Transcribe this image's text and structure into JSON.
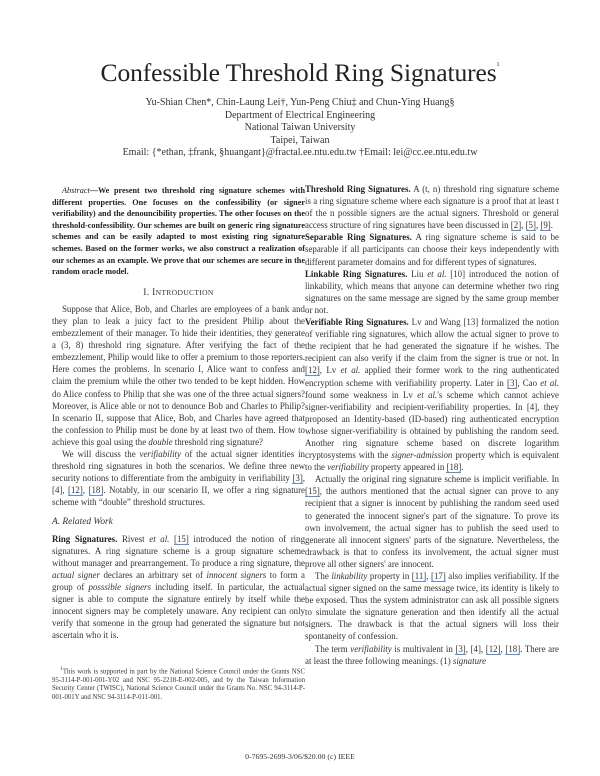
{
  "paper": {
    "title": "Confessible Threshold Ring Signatures",
    "title_footnote_mark": "1",
    "authors_line": "Yu-Shian Chen*, Chin-Laung Lei†, Yun-Peng Chiu‡ and Chun-Ying Huang§",
    "affiliation_dept": "Department of Electrical Engineering",
    "affiliation_univ": "National Taiwan University",
    "affiliation_city": "Taipei, Taiwan",
    "email_line": "Email: {*ethan, ‡frank, §huangant}@fractal.ee.ntu.edu.tw †Email: lei@cc.ee.ntu.edu.tw",
    "abstract": {
      "label": "Abstract",
      "dash": "—",
      "text": "We present two threshold ring signature schemes with different properties. One focuses on the confessibility (or signer verifiability) and the denouncibility properties. The other focuses on the threshold-confessibility. Our schemes are built on generic ring signature schemes and can be easily adapted to most existing ring signature schemes. Based on the former works, we also construct a realization of our schemes as an example. We prove that our schemes are secure in the random oracle model."
    },
    "section1": {
      "number": "I.",
      "title_first": "I",
      "title_rest": "NTRODUCTION",
      "p1": "Suppose that Alice, Bob, and Charles are employees of a bank and they plan to leak a juicy fact to the president Philip about the embezzlement of their manager. To hide their identities, they generate a (3, 8) threshold ring signature. After verifying the fact of the embezzlement, Philip would like to offer a premium to those reporters. Here comes the problems. In scenario I, Alice want to confess and claim the premium while the other two tended to be kept hidden. How do Alice confess to Philip that she was one of the three actual signers? Moreover, is Alice able or not to denounce Bob and Charles to Philip? In scenario II, suppose that Alice, Bob, and Charles have agreed that the confession to Philip must be done by at least two of them. How to achieve this goal using the ",
      "p1_italic": "double",
      "p1_end": " threshold ring signature?",
      "p2_a": "We will discuss the ",
      "p2_italic": "verifiability",
      "p2_b": " of the actual signer identities in threshold ring signatures in both the scenarios. We define three new security notions to differentiate from the ambiguity in verifiability ",
      "p2_c1": "[3]",
      "p2_c2": ", [4], ",
      "p2_c3": "[12]",
      "p2_c4": ", ",
      "p2_c5": "[18]",
      "p2_d": ". Notably, in our scenario II, we offer a ring signature scheme with “double” threshold structures."
    },
    "subsection_a": {
      "title": "A. Related Work",
      "ring_head": "Ring Signatures.",
      "ring_a": " Rivest ",
      "ring_etal": "et al.",
      "ring_cite": "[15]",
      "ring_b": " introduced the notion of ring signatures. A ring signature scheme is a group signature scheme without manager and prearrangement. To produce a ring signature, the ",
      "ring_i1": "actual signer",
      "ring_c": " declares an arbitrary set of ",
      "ring_i2": "innocent signers",
      "ring_d": " to form a group of ",
      "ring_i3": "posssible signers",
      "ring_e": " including itself. In particular, the actual signer is able to compute the signature entirely by itself while the innocent signers may be completely unaware. Any recipient can only verify that someone in the group had generated the signature but not ascertain who it is.",
      "thr_head": "Threshold Ring Signatures.",
      "thr_a": " A (t, n) threshold ring signature scheme is a ring signature scheme where each signature is a proof that at least t of the n possible signers are the actual signers. Threshold or general access structure of ring signatures have been discussed in ",
      "thr_c1": "[2]",
      "thr_c2": "[5]",
      "thr_c3": "[9]",
      "sep_head": "Separable Ring Signatures.",
      "sep_text": " A ring signature scheme is said to be separable if all participants can choose their keys independently with different parameter domains and for different types of signatures.",
      "link_head": "Linkable Ring Signatures.",
      "link_a": " Liu ",
      "link_etal": "et al.",
      "link_b": " [10] introduced the notion of linkability, which means that anyone can determine whether two ring signatures on the same message are signed by the same group member or not.",
      "ver_head": "Verifiable Ring Signatures.",
      "ver_a": " Lv and Wang [13] formalized the notion of verifiable ring signatures, which allow the actual signer to prove to the recipient that he had generated the signature if he wishes. The recipient can also verify if the claim from the signer is true or not. In ",
      "ver_c1": "[12]",
      "ver_b": ", Lv ",
      "ver_etal": "et al.",
      "ver_c": " applied their former work to the ring authenticated encryption scheme with verifiability property. Later in ",
      "ver_c2": "[3]",
      "ver_d": ", Cao ",
      "ver_etal2": "et al.",
      "ver_e": " found some weakness in Lv ",
      "ver_etal3": "et al.",
      "ver_f": "'s scheme which cannot achieve signer-verifiability and recipient-verifiability properties. In [4], they proposed an Identity-based (ID-based) ring authenticated encryption whose signer-verifiability is obtained by publishing the random seed. Another ring signature scheme based on discrete logarithm cryptosystems with the ",
      "ver_i1": "signer-admission",
      "ver_g": " property which is equivalent to the ",
      "ver_i2": "verifiability",
      "ver_h": " property appeared in ",
      "ver_c3": "[18]",
      "act_a": "Actually the original ring signature scheme is implicit verifiable. In ",
      "act_c1": "[15]",
      "act_b": ", the authors mentioned that the actual signer can prove to any recipient that a signer is innocent by publishing the random seed used to generated the innocent signer's part of the signature. To prove its own involvement, the actual signer has to publish the seed used to generate all innocent signers' parts of the signature. Nevertheless, the drawback is that to confess its involvement, the actual signer must prove all other signers' are innocent.",
      "lk_a": "The ",
      "lk_i": "linkability",
      "lk_b": " property in ",
      "lk_c1": "[11]",
      "lk_c2": "[17]",
      "lk_c": " also implies verifiability. If the actual signer signed on the same message twice, its identity is likely to be exposed. Thus the system administrator can ask all possible signers to simulate the signature generation and then identify all the actual signers. The drawback is that the actual signers will loss their spontaneity of confession.",
      "term_a": "The term ",
      "term_i": "verifiability",
      "term_b": " is multivalent in ",
      "term_c1": "[3]",
      "term_c2": ", [4], ",
      "term_c3": "[12]",
      "term_c4": "[18]",
      "term_d": ". There are at least the three following meanings. (1) ",
      "term_i2": "signature"
    },
    "footnote": {
      "mark": "1",
      "text": "This work is supported in part by the National Science Council under the Grants NSC 95-3114-P-001-001-Y02 and NSC 95-2218-E-002-005, and by the Taiwan Information Security Center (TWISC), National Science Council under the Grants No. NSC 94-3114-P-001-001Y and NSC 94-3114-P-011-001."
    },
    "bottom_line": "0-7695-2699-3/06/$20.00 (c) IEEE"
  }
}
